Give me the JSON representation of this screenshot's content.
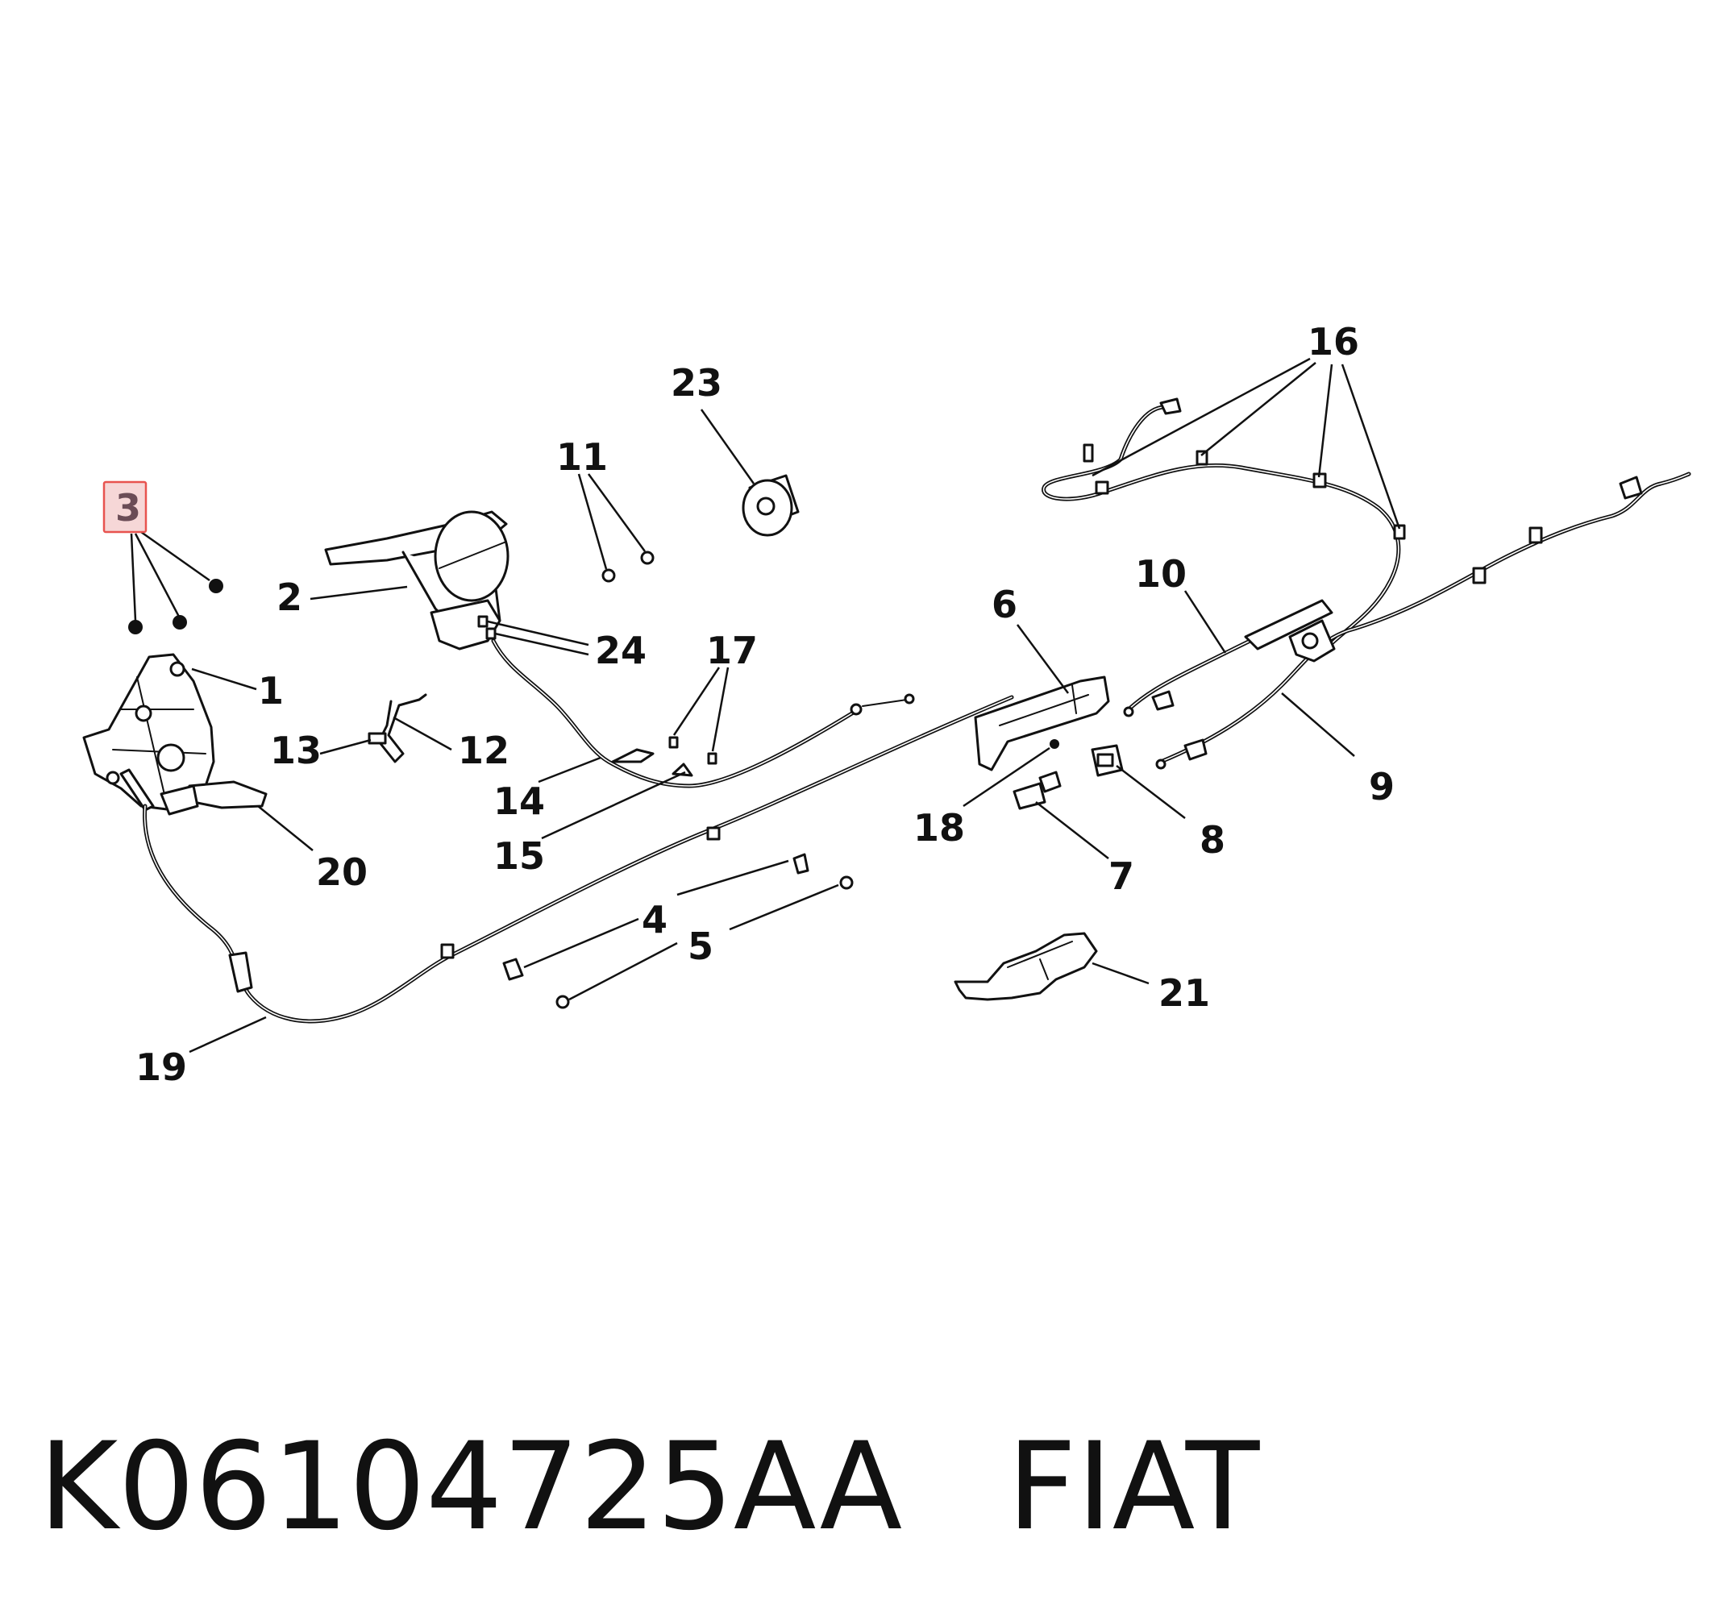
{
  "diagram": {
    "highlighted_callout": "3",
    "highlight_color": "#e8534f",
    "highlight_fill": "#f6d7d7",
    "callouts": [
      "1",
      "2",
      "3",
      "4",
      "5",
      "6",
      "7",
      "8",
      "9",
      "10",
      "11",
      "12",
      "13",
      "14",
      "15",
      "16",
      "17",
      "18",
      "19",
      "20",
      "21",
      "23",
      "24"
    ]
  },
  "footer": {
    "part_number": "K06104725AA",
    "brand": "FIAT"
  }
}
